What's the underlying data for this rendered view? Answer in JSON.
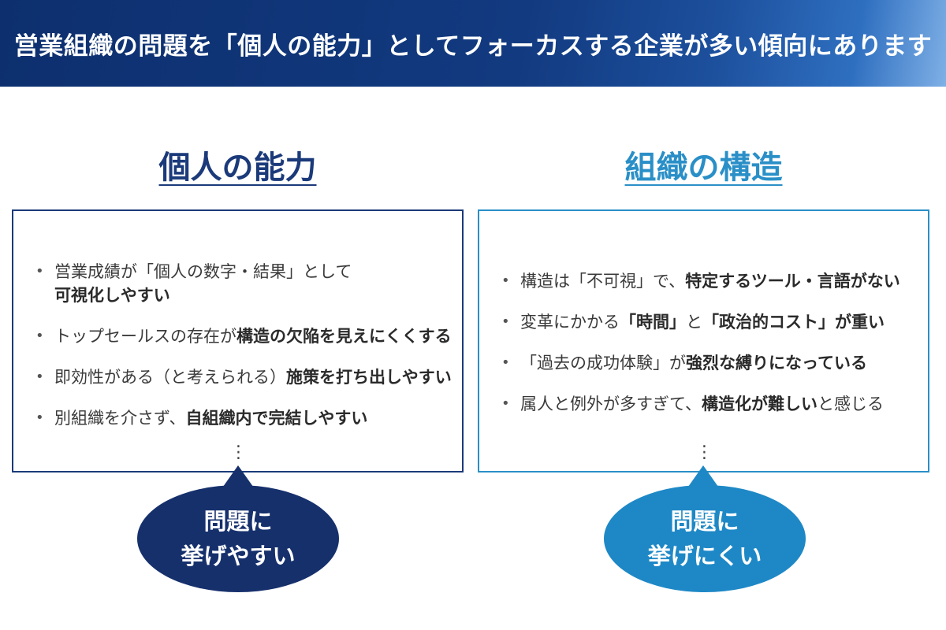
{
  "header": {
    "title": "営業組織の問題を「個人の能力」としてフォーカスする企業が多い傾向にあります"
  },
  "left": {
    "title": "個人の能力",
    "items": [
      {
        "a": "営業成績が「個人の数字・結果」として",
        "b": "可視化しやすい",
        "c": ""
      },
      {
        "a": "トップセールスの存在が",
        "b": "構造の欠陥を見えにくくする",
        "c": ""
      },
      {
        "a": "即効性がある（と考えられる）",
        "b": "施策を打ち出しやすい",
        "c": ""
      },
      {
        "a": "別組織を介さず、",
        "b": "自組織内で完結しやすい",
        "c": ""
      }
    ],
    "ellipsis": "⋮",
    "bubble": {
      "line1": "問題に",
      "line2": "挙げやすい"
    }
  },
  "right": {
    "title": "組織の構造",
    "items": [
      {
        "a": "構造は「不可視」で、",
        "b": "特定するツール・言語がない",
        "c": ""
      },
      {
        "a": "変革にかかる",
        "b": "「時間」",
        "m": "と",
        "b2": "「政治的コスト」が重い"
      },
      {
        "a": "「過去の成功体験」が",
        "b": "強烈な縛りになっている",
        "c": ""
      },
      {
        "a": "属人と例外が多すぎて、",
        "b": "構造化が難しい",
        "c": "と感じる"
      }
    ],
    "ellipsis": "⋮",
    "bubble": {
      "line1": "問題に",
      "line2": "挙げにくい"
    }
  },
  "colors": {
    "navy": "#16306c",
    "blue": "#1e88c6",
    "header_start": "#0d2f6e"
  }
}
